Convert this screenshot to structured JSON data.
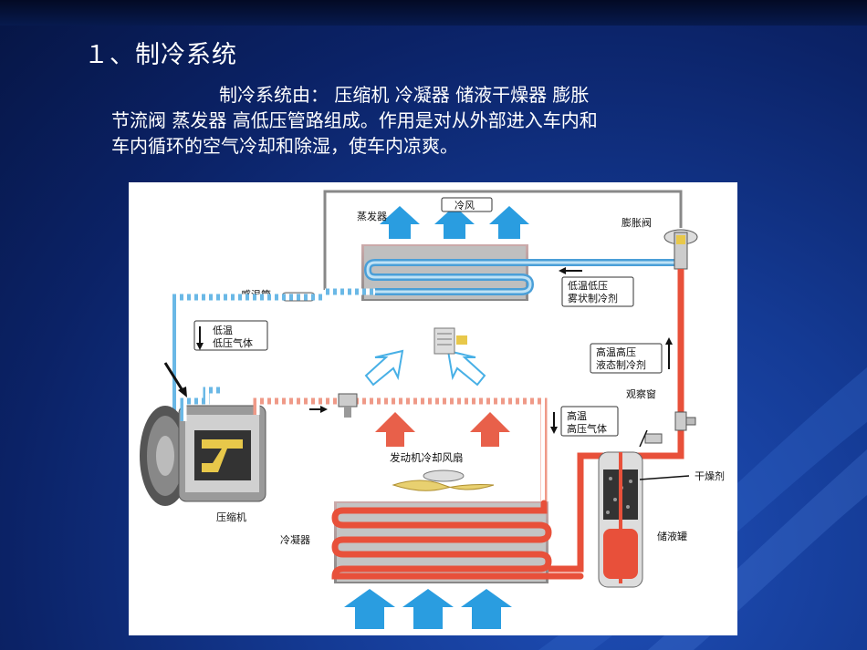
{
  "slide": {
    "title": "１、制冷系统",
    "paragraph": {
      "line1": "制冷系统由：  压缩机    冷凝器   储液干燥器   膨胀",
      "line2": "节流阀   蒸发器   高低压管路组成。作用是对从外部进入车内和",
      "line3": "车内循环的空气冷却和除湿，使车内凉爽。"
    }
  },
  "diagram": {
    "labels": {
      "cold_air": "冷风",
      "evaporator": "蒸发器",
      "expansion_valve": "膨胀阀",
      "temp_bulb": "感温筒",
      "low_temp_low_pressure_refrigerant_l1": "低温低压",
      "low_temp_low_pressure_refrigerant_l2": "雾状制冷剂",
      "low_temp_gas_l1": "低温",
      "low_temp_gas_l2": "低压气体",
      "high_temp_liquid_l1": "高温高压",
      "high_temp_liquid_l2": "液态制冷剂",
      "sight_glass": "观察窗",
      "high_temp_gas_l1": "高温",
      "high_temp_gas_l2": "高压气体",
      "fan": "发动机冷却风扇",
      "desiccant": "干燥剂",
      "compressor": "压缩机",
      "condenser": "冷凝器",
      "receiver_drier": "储液罐"
    },
    "colors": {
      "low_pressure_pipe": "#5aaee0",
      "high_pressure_pipe": "#e8503a",
      "cold_arrow": "#2a9de0",
      "hot_arrow": "#e8604a"
    }
  }
}
